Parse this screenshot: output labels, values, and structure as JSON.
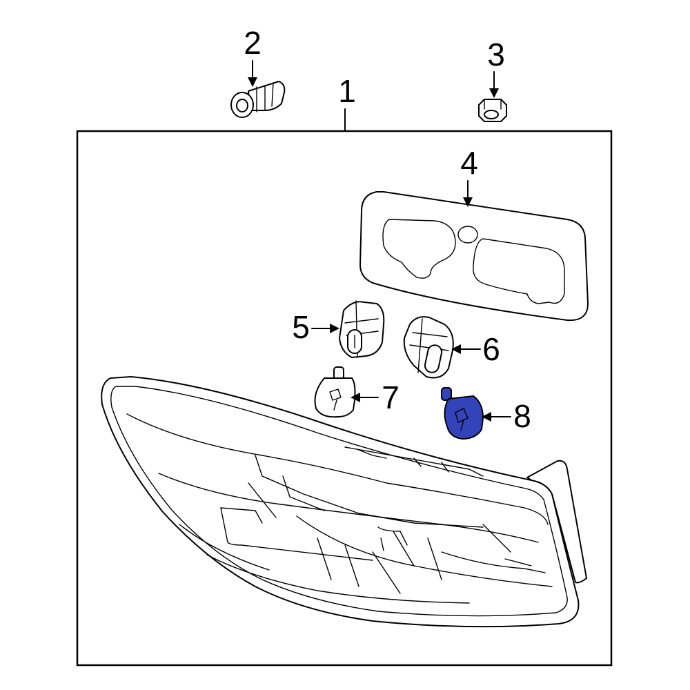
{
  "callouts": {
    "c1": "1",
    "c2": "2",
    "c3": "3",
    "c4": "4",
    "c5": "5",
    "c6": "6",
    "c7": "7",
    "c8": "8"
  },
  "colors": {
    "line": "#000000",
    "background": "#ffffff",
    "highlight": "#3344bb"
  },
  "highlighted_part": "8"
}
